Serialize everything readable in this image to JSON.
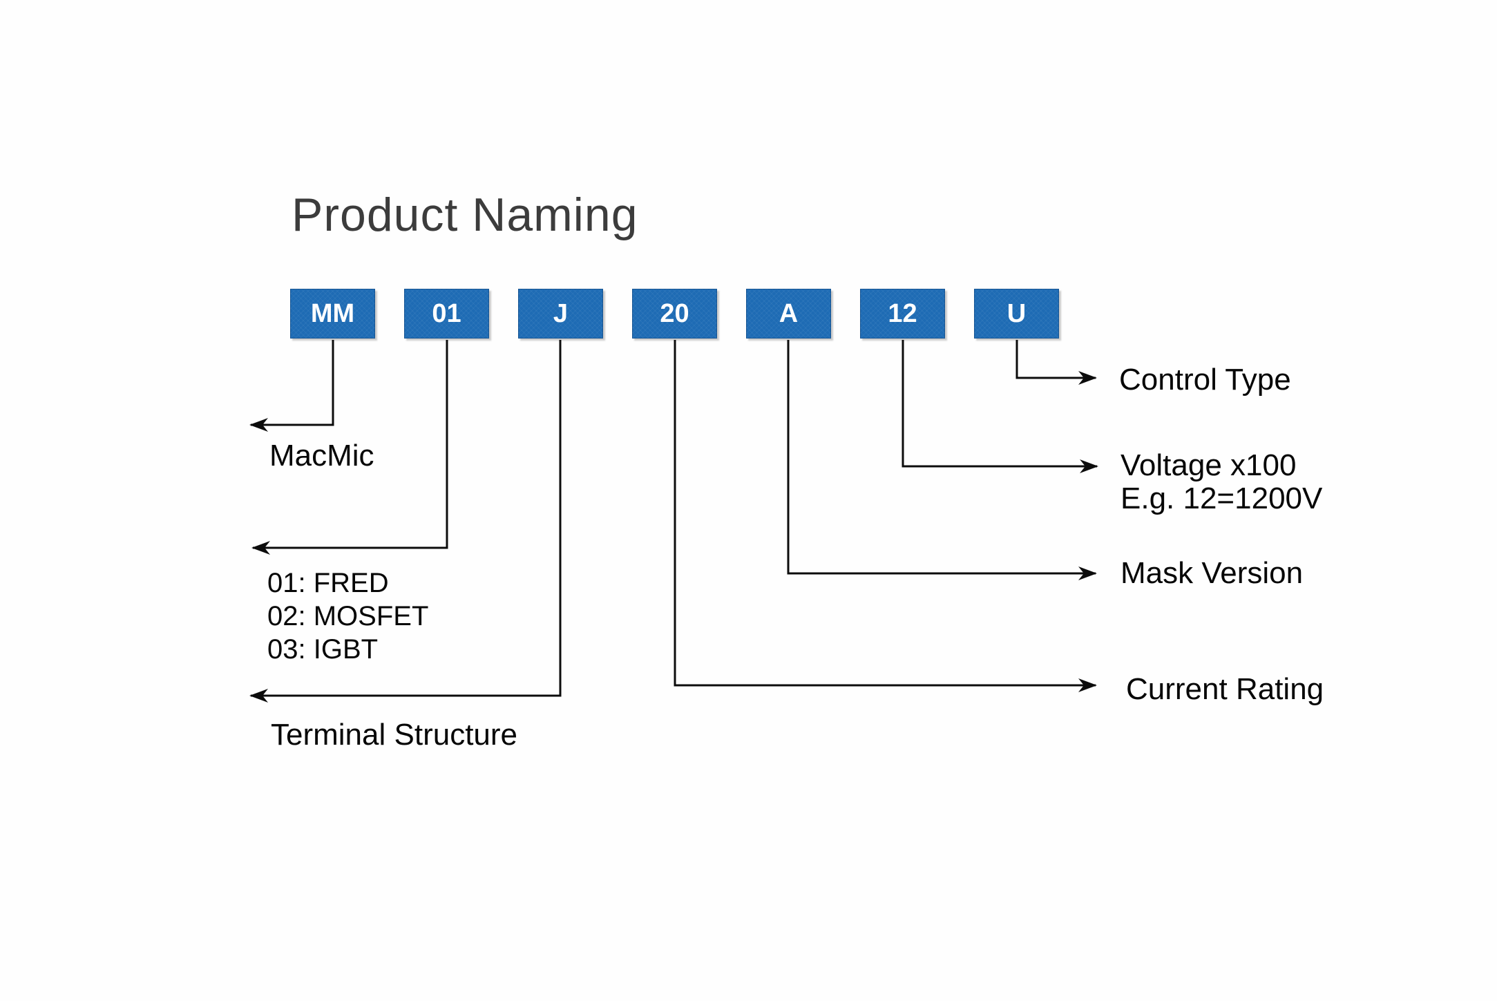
{
  "title": "Product Naming",
  "colors": {
    "box_blue": "#1e6bb4",
    "box_text": "#ffffff",
    "line": "#0c0c0c",
    "title_gray": "#3c3c3c"
  },
  "code_boxes": [
    {
      "label": "MM"
    },
    {
      "label": "01"
    },
    {
      "label": "J"
    },
    {
      "label": "20"
    },
    {
      "label": "A"
    },
    {
      "label": "12"
    },
    {
      "label": "U"
    }
  ],
  "annotations": {
    "macmic": {
      "label": "MacMic"
    },
    "device_types": {
      "lines": [
        "01: FRED",
        "02: MOSFET",
        "03: IGBT"
      ]
    },
    "terminal": {
      "label": "Terminal Structure"
    },
    "current": {
      "label": "Current Rating"
    },
    "mask": {
      "label": "Mask Version"
    },
    "voltage": {
      "lines": [
        "Voltage x100",
        "E.g. 12=1200V"
      ]
    },
    "control": {
      "label": "Control Type"
    }
  }
}
